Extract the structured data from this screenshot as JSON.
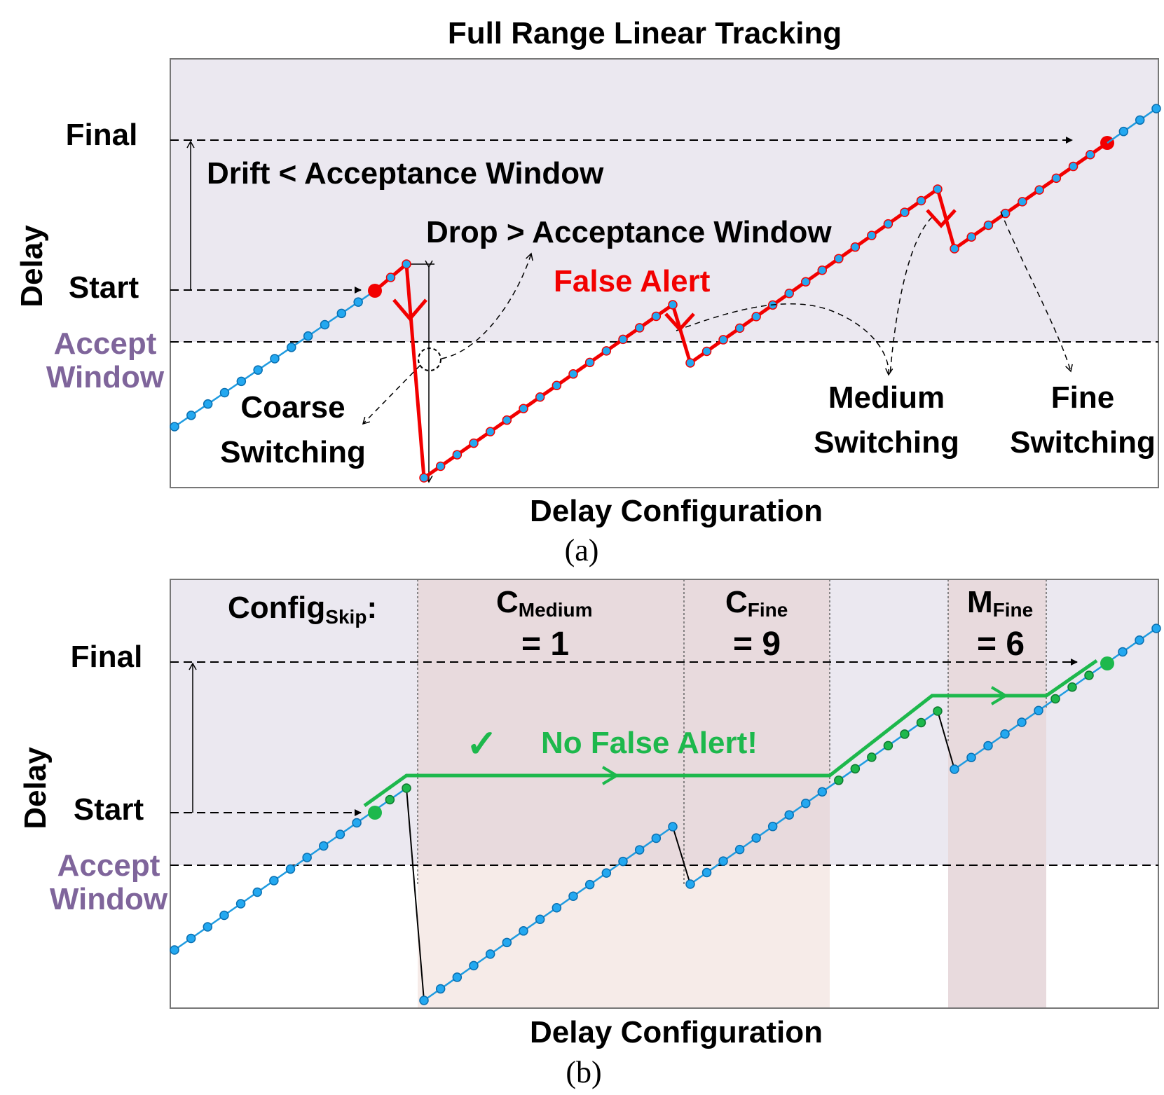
{
  "colors": {
    "panel_bg": "#ebe8f0",
    "band_bg": "#e8dadd",
    "band_bg_light": "#f6ebe8",
    "blue_line": "#1f9be0",
    "blue_dot": "#23a8f0",
    "red": "#f20000",
    "green": "#1db84c",
    "purple": "#7f659b",
    "black": "#000000"
  },
  "panel_a": {
    "title": "Full Range Linear Tracking",
    "caption": "(a)",
    "x_axis_label": "Delay Configuration",
    "y_axis_label": "Delay",
    "label_final": "Final",
    "label_start": "Start",
    "label_accept_1": "Accept",
    "label_accept_2": "Window",
    "drift_label": "Drift < Acceptance Window",
    "drop_label": "Drop > Acceptance Window",
    "false_alert_label": "False Alert",
    "coarse_1": "Coarse",
    "coarse_2": "Switching",
    "medium_1": "Medium",
    "medium_2": "Switching",
    "fine_1": "Fine",
    "fine_2": "Switching"
  },
  "panel_b": {
    "caption": "(b)",
    "x_axis_label": "Delay Configuration",
    "y_axis_label": "Delay",
    "label_final": "Final",
    "label_start": "Start",
    "label_accept_1": "Accept",
    "label_accept_2": "Window",
    "config_skip_main": "Config",
    "config_skip_sub": "Skip",
    "config_skip_colon": ":",
    "c_medium_main": "C",
    "c_medium_sub": "Medium",
    "c_medium_value": "= 1",
    "c_fine_main": "C",
    "c_fine_sub": "Fine",
    "c_fine_value": "= 9",
    "m_fine_main": "M",
    "m_fine_sub": "Fine",
    "m_fine_value": "= 6",
    "check_mark": "✓",
    "no_false_alert_label": "No False Alert!"
  }
}
